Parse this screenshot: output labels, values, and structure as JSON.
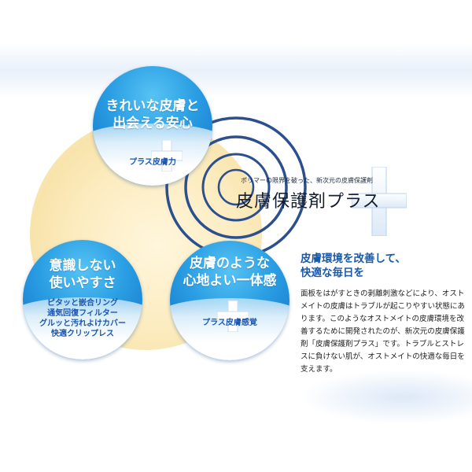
{
  "bubbles": {
    "top": {
      "title_line1": "きれいな皮膚と",
      "title_line2": "出会える安心",
      "caption": "プラス皮膚力"
    },
    "left": {
      "title_line1": "意識しない",
      "title_line2": "使いやすさ",
      "features": [
        "ピタッと嵌合リング",
        "通気回復フィルター",
        "グルッと汚れよけカバー",
        "快適クリップレス"
      ]
    },
    "right": {
      "title_line1": "皮膚のような",
      "title_line2": "心地よい一体感",
      "caption": "プラス皮膚感覚"
    }
  },
  "headline": {
    "small": "ポリマーの限界を破った、新次元の皮膚保護剤",
    "big": "皮膚保護剤プラス"
  },
  "description": {
    "heading": "皮膚環境を改善して、\n快適な毎日を",
    "body": "面板をはがすときの剥離刺激などにより、オストメイトの皮膚はトラブルが起こりやすい状態にあります。このようなオストメイトの皮膚環境を改善するために開発されたのが、新次元の皮膚保護剤「皮膚保護剤プラス」です。トラブルとストレスに負けない肌が、オストメイトの快適な毎日を支えます。"
  },
  "colors": {
    "bubble_blue": "#2a9ee3",
    "accent_text_blue": "#1a5aa8",
    "sun_yellow": "#f8e3ab"
  }
}
